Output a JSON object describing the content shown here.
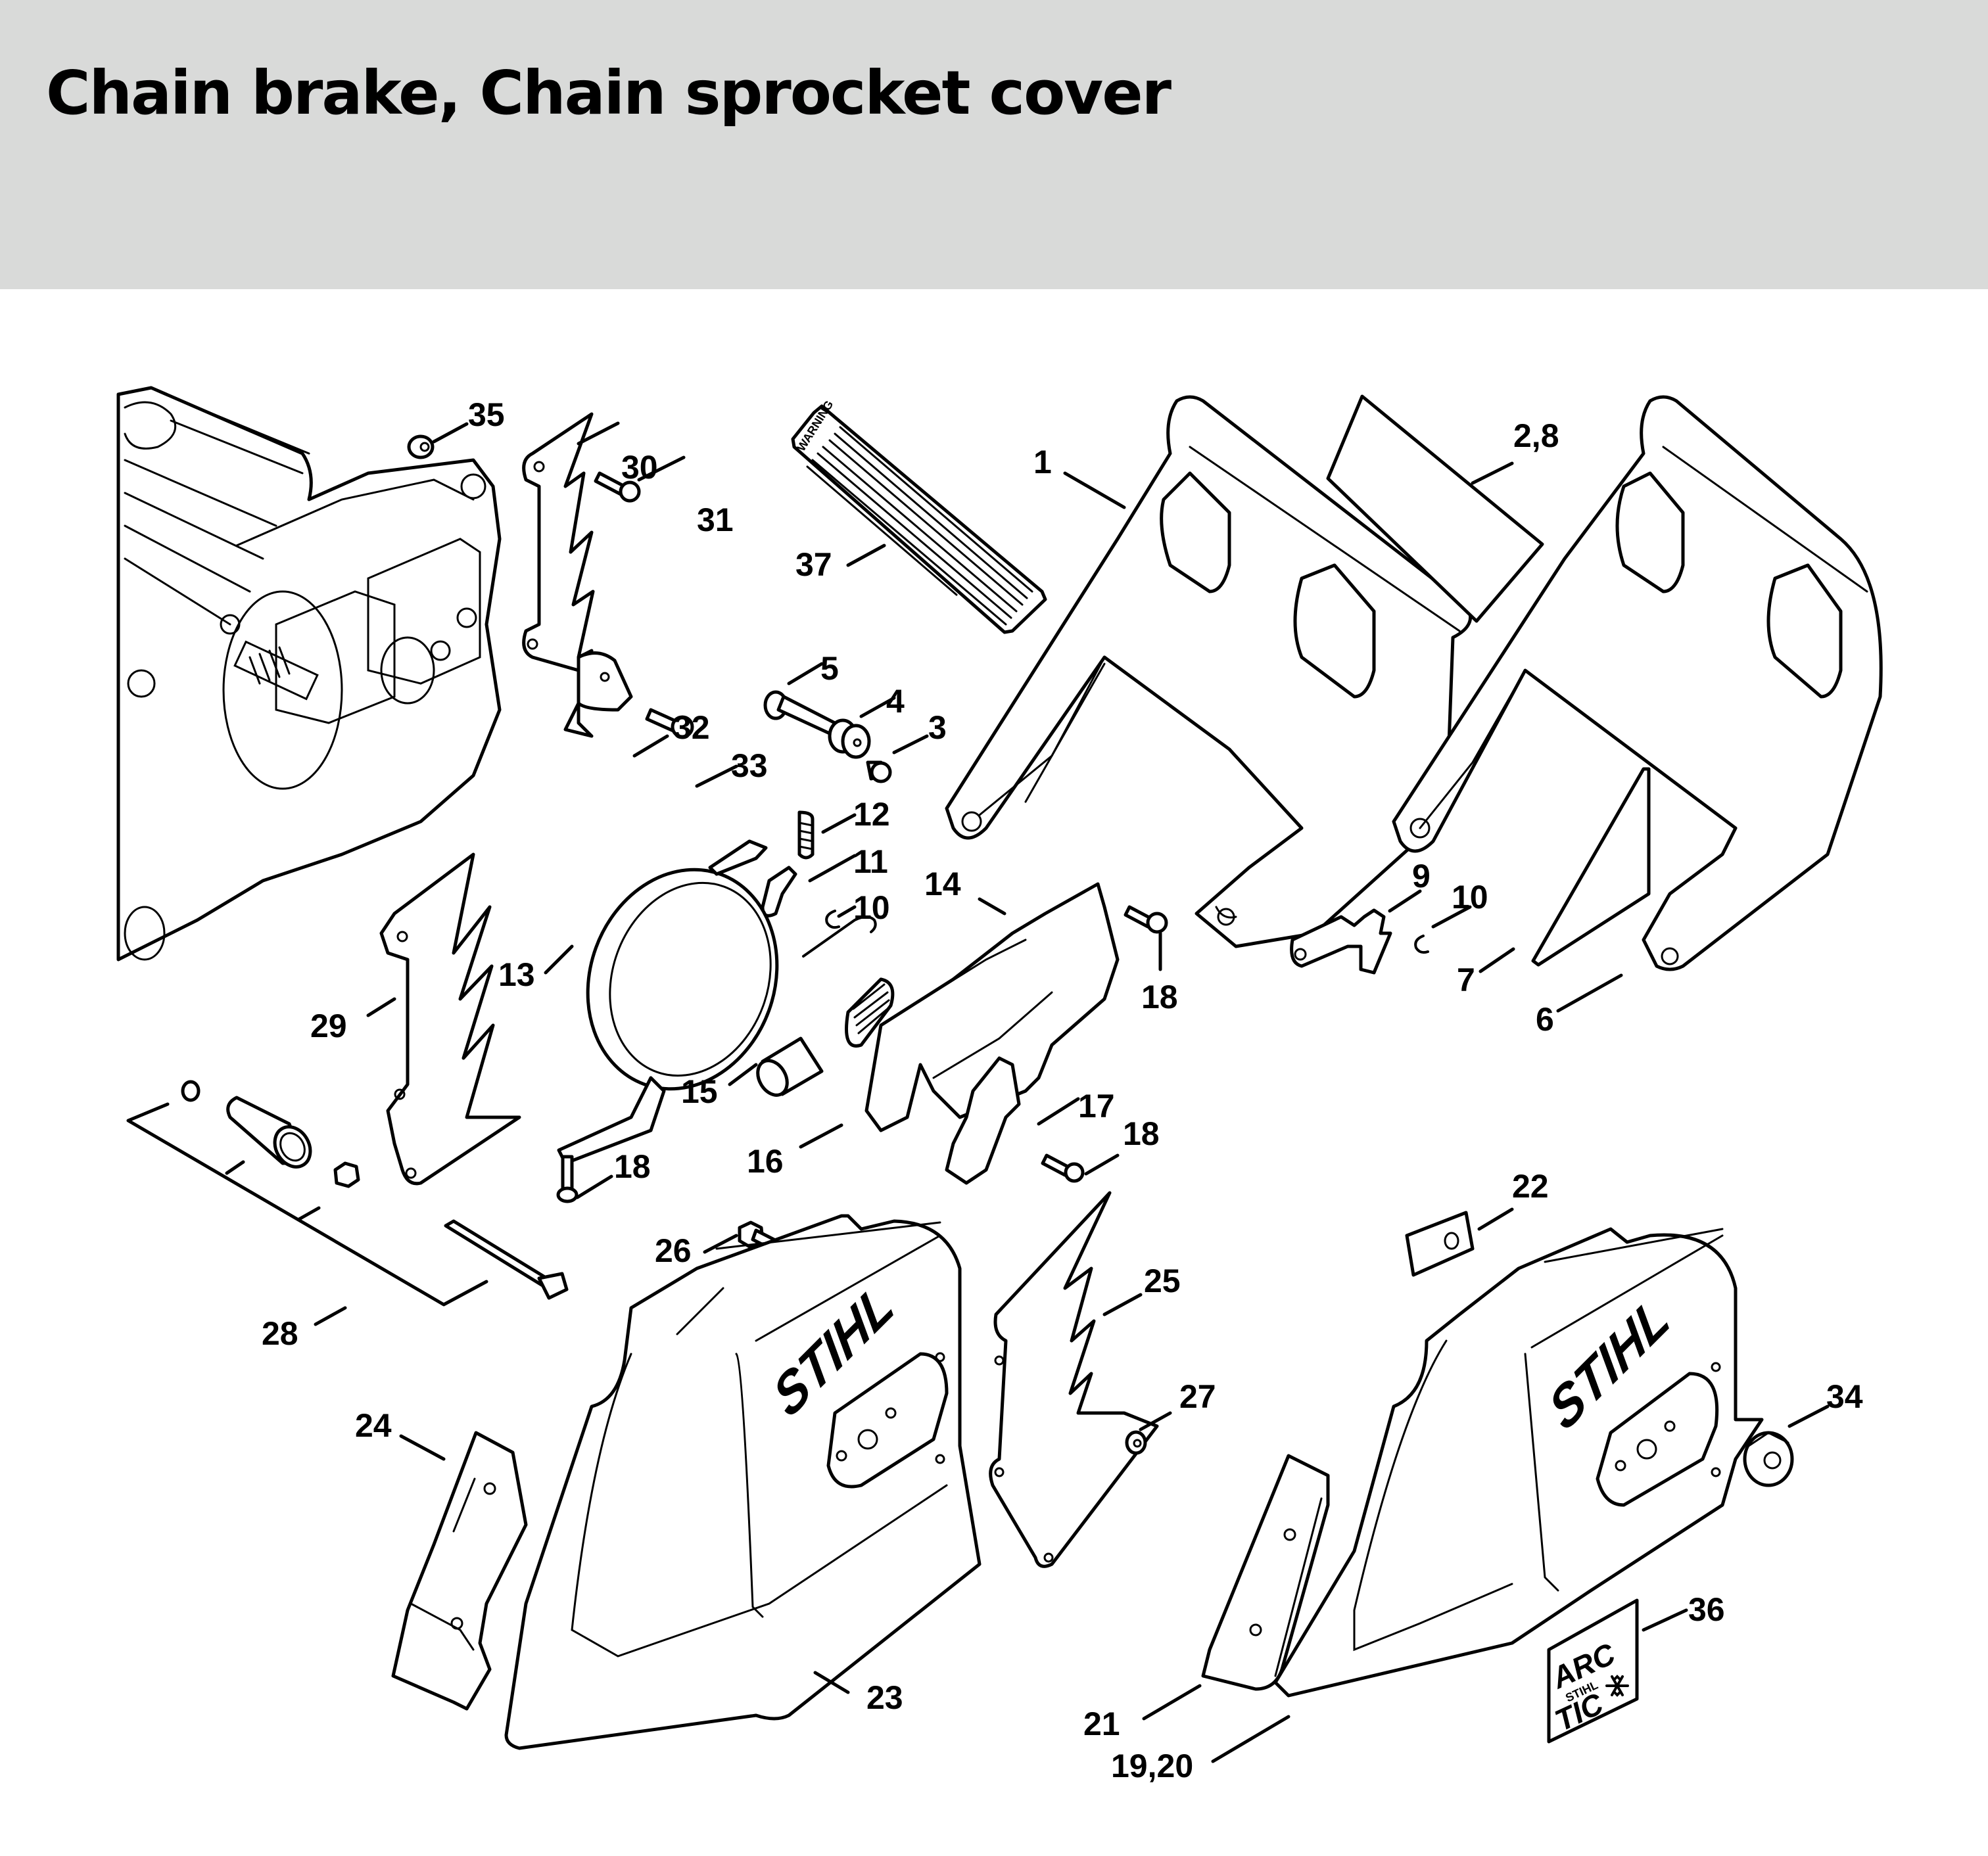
{
  "header": {
    "title": "Chain brake, Chain sprocket cover",
    "background_color": "#d9dad9"
  },
  "diagram": {
    "brand_label": "STIHL",
    "warning_label_text": "WARNING",
    "arctic_label": {
      "line1": "ARC",
      "middle": "STIHL",
      "line2": "TIC",
      "icon": "snowflake-icon"
    },
    "callouts": [
      {
        "id": "35",
        "label": "35"
      },
      {
        "id": "30",
        "label": "30"
      },
      {
        "id": "31",
        "label": "31"
      },
      {
        "id": "37",
        "label": "37"
      },
      {
        "id": "1",
        "label": "1"
      },
      {
        "id": "2-8",
        "label": "2,8"
      },
      {
        "id": "5",
        "label": "5"
      },
      {
        "id": "4",
        "label": "4"
      },
      {
        "id": "3",
        "label": "3"
      },
      {
        "id": "32",
        "label": "32"
      },
      {
        "id": "33",
        "label": "33"
      },
      {
        "id": "12",
        "label": "12"
      },
      {
        "id": "11",
        "label": "11"
      },
      {
        "id": "10a",
        "label": "10"
      },
      {
        "id": "14",
        "label": "14"
      },
      {
        "id": "9",
        "label": "9"
      },
      {
        "id": "10b",
        "label": "10"
      },
      {
        "id": "13",
        "label": "13"
      },
      {
        "id": "7",
        "label": "7"
      },
      {
        "id": "6",
        "label": "6"
      },
      {
        "id": "18a",
        "label": "18"
      },
      {
        "id": "29",
        "label": "29"
      },
      {
        "id": "15",
        "label": "15"
      },
      {
        "id": "17",
        "label": "17"
      },
      {
        "id": "18b",
        "label": "18"
      },
      {
        "id": "16",
        "label": "16"
      },
      {
        "id": "18c",
        "label": "18"
      },
      {
        "id": "22",
        "label": "22"
      },
      {
        "id": "26",
        "label": "26"
      },
      {
        "id": "25",
        "label": "25"
      },
      {
        "id": "28",
        "label": "28"
      },
      {
        "id": "24",
        "label": "24"
      },
      {
        "id": "27",
        "label": "27"
      },
      {
        "id": "34",
        "label": "34"
      },
      {
        "id": "36",
        "label": "36"
      },
      {
        "id": "23",
        "label": "23"
      },
      {
        "id": "21",
        "label": "21"
      },
      {
        "id": "19-20",
        "label": "19,20"
      }
    ]
  }
}
